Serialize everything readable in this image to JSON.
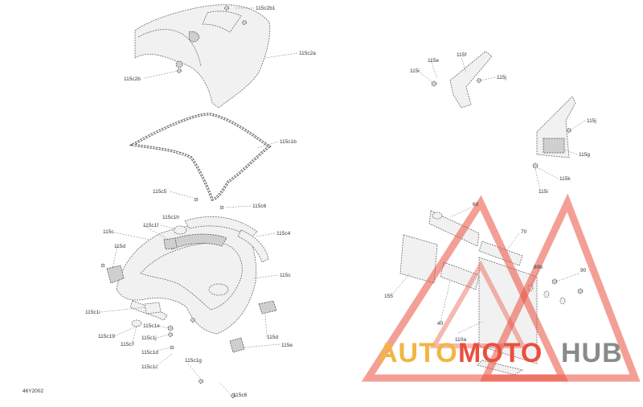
{
  "labels": {
    "l115c2b1": "115c2b1",
    "l115c2a": "115c2a",
    "l115c2b": "115c2b",
    "l115c1b": "115c1b",
    "l115c5": "115c5",
    "l115c6": "115c6",
    "l115c1h": "115c1h",
    "l115c1f": "115c1f",
    "l115c": "115c",
    "l115c4": "115c4",
    "l115d_top": "115d",
    "l115c_mid": "115c",
    "l115c1i": "115c1i",
    "l115c19": "115c19",
    "l115c7": "115c7",
    "l115c1e": "115c1e",
    "l115c1j": "115c1j",
    "l115c1d": "115c1d",
    "l115c1c": "115c1c",
    "l115c1g": "115c1g",
    "l115c6b": "115c6",
    "l115d_bot": "115d",
    "l115e": "115e",
    "l115ea": "115e",
    "l115f": "115f",
    "l115i_top": "115i",
    "l115j_top": "115j",
    "l115j_right": "115j",
    "l115g": "115g",
    "l115k": "115k",
    "l115i_bot": "115i",
    "l60": "60",
    "l70": "70",
    "l80b": "80b",
    "l90": "90",
    "l155": "155",
    "l40": "40",
    "l110a": "110a",
    "ref": "46Y2002"
  },
  "watermark": {
    "auto": "AUTO",
    "moto": "MOTO",
    "hub": "HUB",
    "color_auto": "#f2b640",
    "color_moto": "#e9503f",
    "color_hub": "#8a8a8a"
  },
  "colors": {
    "line": "#6a6a6a",
    "text": "#333333",
    "background": "#ffffff"
  }
}
